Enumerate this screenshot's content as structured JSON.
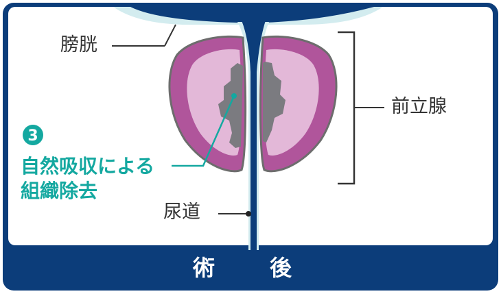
{
  "labels": {
    "bladder": "膀胱",
    "prostate": "前立腺",
    "urethra": "尿道"
  },
  "callout": {
    "step_number": "3",
    "line1": "自然吸収による",
    "line2": "組織除去"
  },
  "footer": {
    "title": "術　後"
  },
  "colors": {
    "navy": "#0c3d7a",
    "bladder_fill": "#d3ecef",
    "lobe_outer": "#b0559b",
    "lobe_inner": "#e3b8d8",
    "lobe_outline": "#6d6d6d",
    "cavity": "#7b7b80",
    "teal": "#14a8a0",
    "text": "#333333"
  }
}
